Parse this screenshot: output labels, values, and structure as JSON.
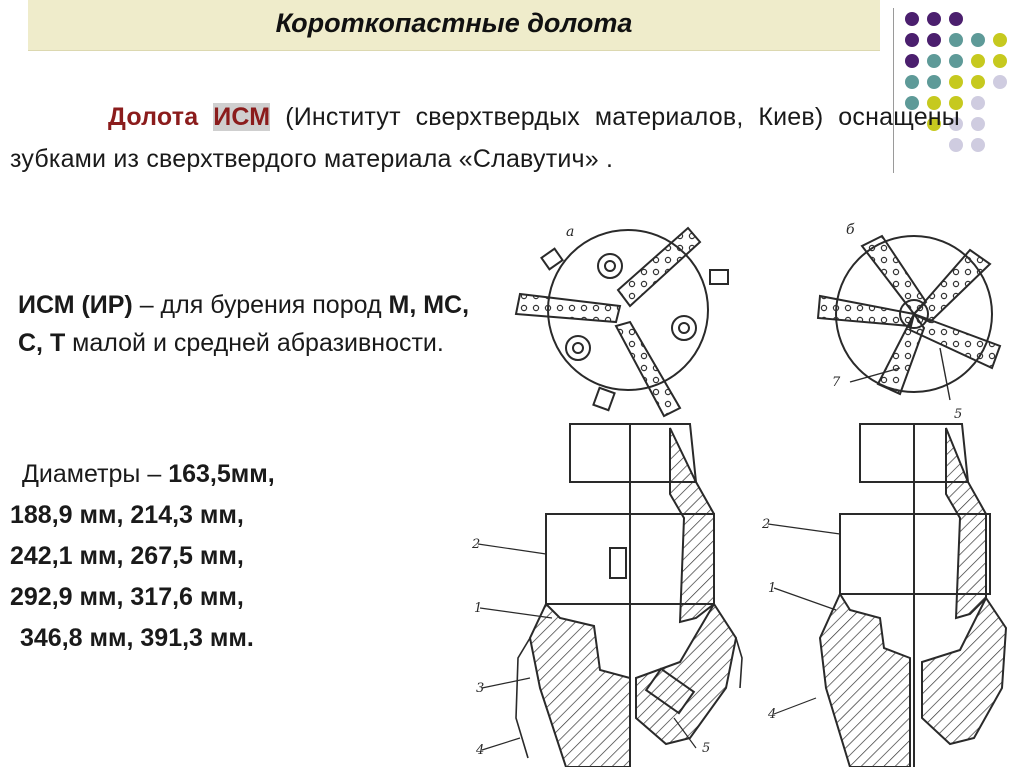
{
  "slide": {
    "title": "Короткопастные долота",
    "para1": {
      "label_prefix": "Долота",
      "label_key": "ИСМ",
      "text": "(Институт сверхтвердых материалов, Киев) оснащены зубками из сверхтвердого материала «Славутич» ."
    },
    "ism": {
      "head": "ИСМ (ИР)",
      "text1": " – для бурения пород ",
      "rocks": "М, МС, С, Т",
      "text2": " малой и средней абразивности."
    },
    "diameters": {
      "label": "Диаметры  – ",
      "line1": "163,5мм,",
      "line2": "188,9 мм,  214,3 мм,",
      "line3": "242,1 мм, 267,5 мм,",
      "line4": "292,9 мм, 317,6 мм,",
      "line5": "346,8 мм, 391,3 мм."
    },
    "figure": {
      "label_a": "а",
      "label_b": "б",
      "labels": [
        "1",
        "2",
        "3",
        "4",
        "5",
        "7"
      ]
    },
    "colors": {
      "title_bg": "#efeccb",
      "accent_label": "#8b1c1c",
      "dot_purple": "#4b1f6e",
      "dot_teal": "#5e9a98",
      "dot_olive": "#c6c91f",
      "dot_lavender": "#cfcce0"
    }
  }
}
